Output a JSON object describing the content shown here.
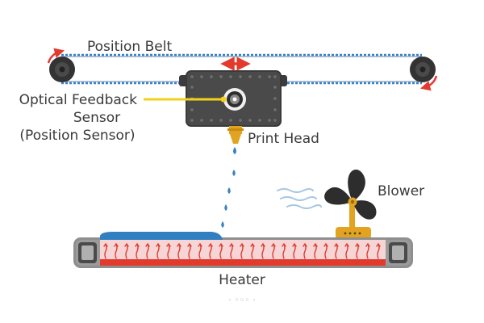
{
  "labels": {
    "position_belt": "Position Belt",
    "sensor_line1": "Optical Feedback",
    "sensor_line2": "Sensor",
    "sensor_line3": "(Position Sensor)",
    "print_head": "Print Head",
    "blower": "Blower",
    "heater": "Heater",
    "footer_fragment": "· ◦◦◦ ·"
  },
  "colors": {
    "belt": "#3b82c4",
    "pulley": "#333333",
    "rotation_arrow": "#e53935",
    "sensor_line": "#f2d21b",
    "head_body": "#4a4a4a",
    "nozzle": "#e2a420",
    "ink_drop": "#3b82c4",
    "heater_frame": "#8f8f8f",
    "heater_top": "#f5d5d5",
    "heater_bottom": "#e23b2e",
    "heat_arrow": "#e23b2e",
    "substrate": "#2f7fc1",
    "blower_blade": "#2d2d2d",
    "blower_base": "#e2a420",
    "air_flow": "#a7c6e3"
  },
  "icons": {
    "pulley_left": "pulley-icon",
    "pulley_right": "pulley-icon",
    "head_movement": "double-arrow-icon",
    "sensor": "optical-sensor-icon",
    "blower": "fan-icon"
  }
}
